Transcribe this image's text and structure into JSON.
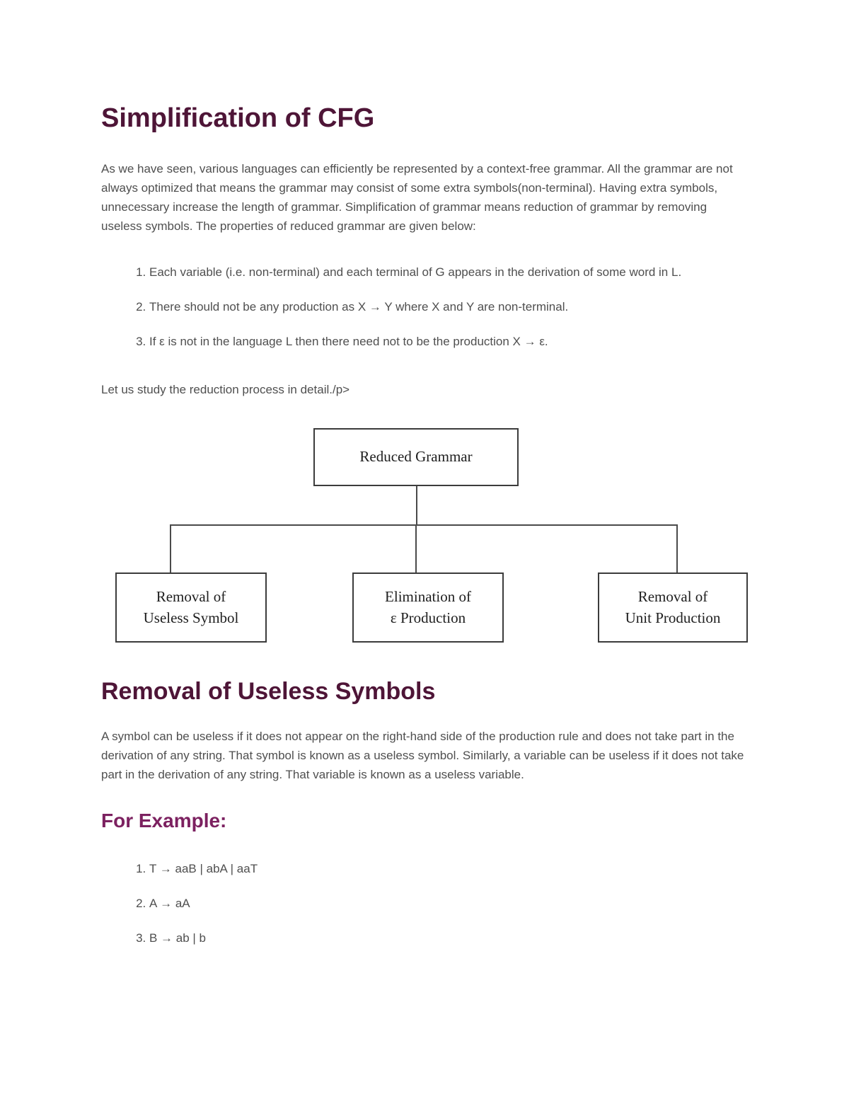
{
  "page": {
    "title": "Simplification of CFG",
    "intro": "As we have seen, various languages can efficiently be represented by a context-free grammar. All the grammar are not always optimized that means the grammar may consist of some extra symbols(non-terminal). Having extra symbols, unnecessary increase the length of grammar. Simplification of grammar means reduction of grammar by removing useless symbols. The properties of reduced grammar are given below:",
    "properties": [
      "Each variable (i.e. non-terminal) and each terminal of G appears in the derivation of some word in L.",
      "There should not be any production as X → Y where X and Y are non-terminal.",
      "If ε is not in the language L then there need not to be the production X → ε."
    ],
    "study_note": "Let us study the reduction process in detail./p>"
  },
  "diagram": {
    "root_label": "Reduced Grammar",
    "children": [
      {
        "line1": "Removal of",
        "line2": "Useless Symbol"
      },
      {
        "line1": "Elimination of",
        "line2": "ε Production"
      },
      {
        "line1": "Removal of",
        "line2": "Unit Production"
      }
    ]
  },
  "section": {
    "heading": "Removal of Useless Symbols",
    "body": "A symbol can be useless if it does not appear on the right-hand side of the production rule and does not take part in the derivation of any string. That symbol is known as a useless symbol. Similarly, a variable can be useless if it does not take part in the derivation of any string. That variable is known as a useless variable.",
    "example_heading": "For Example:",
    "examples": [
      "T → aaB | abA | aaT",
      "A → aA",
      "B → ab | b"
    ]
  },
  "colors": {
    "heading": "#4e1537",
    "subheading": "#7c2160",
    "body_text": "#4f4f4f",
    "diagram_border": "#3c3c3c",
    "background": "#ffffff"
  }
}
